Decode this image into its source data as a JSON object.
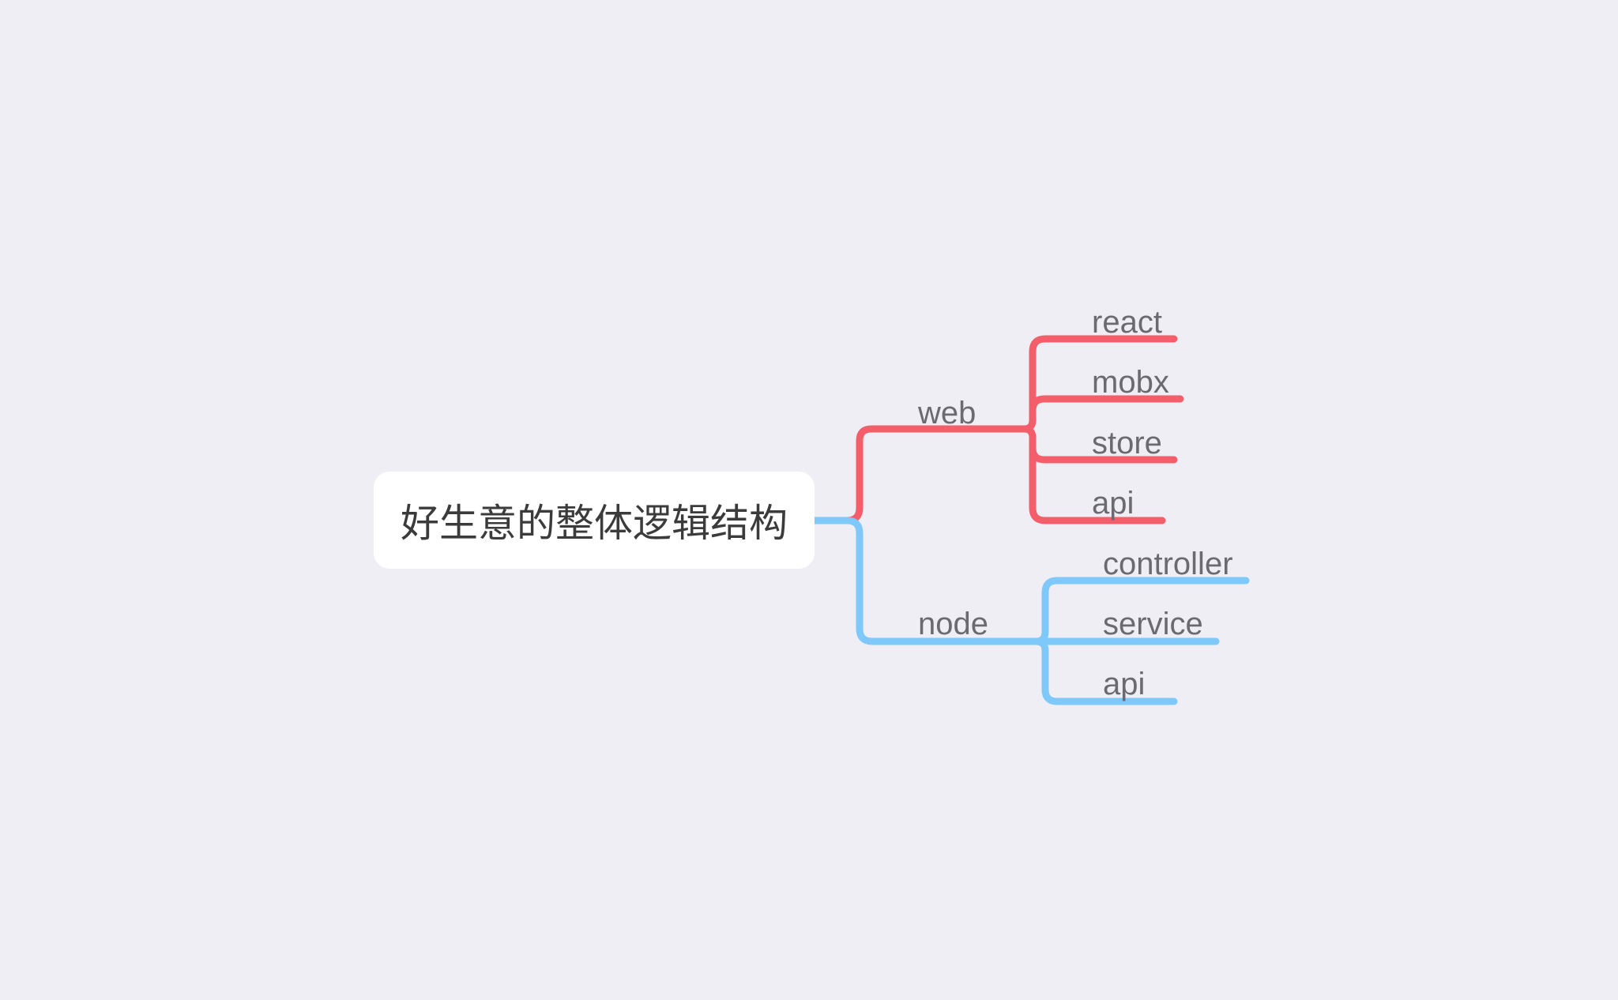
{
  "root": {
    "title": "好生意的整体逻辑结构"
  },
  "branches": [
    {
      "label": "web",
      "color": "#f45d6a",
      "children": [
        "react",
        "mobx",
        "store",
        "api"
      ]
    },
    {
      "label": "node",
      "color": "#7ec8fa",
      "children": [
        "controller",
        "service",
        "api"
      ]
    }
  ]
}
